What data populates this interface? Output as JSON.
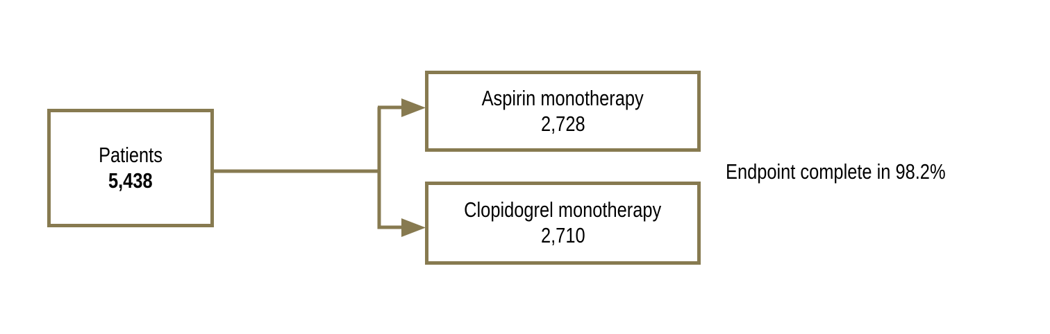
{
  "diagram": {
    "type": "flowchart",
    "stroke_color": "#877a50",
    "text_color": "#000000",
    "background_color": "#ffffff",
    "nodes": [
      {
        "id": "source",
        "name": "patients-box",
        "label": "Patients",
        "value": "5,438",
        "value_bold": true
      },
      {
        "id": "aspirin",
        "name": "aspirin-box",
        "label": "Aspirin monotherapy",
        "value": "2,728",
        "value_bold": false
      },
      {
        "id": "clopidogrel",
        "name": "clopidogrel-box",
        "label": "Clopidogrel monotherapy",
        "value": "2,710",
        "value_bold": false
      }
    ],
    "edges": [
      {
        "from": "source",
        "to": "aspirin",
        "arrow": true
      },
      {
        "from": "source",
        "to": "clopidogrel",
        "arrow": true
      }
    ],
    "annotation": {
      "name": "endpoint-completion-note",
      "text": "Endpoint complete in 98.2%"
    }
  }
}
